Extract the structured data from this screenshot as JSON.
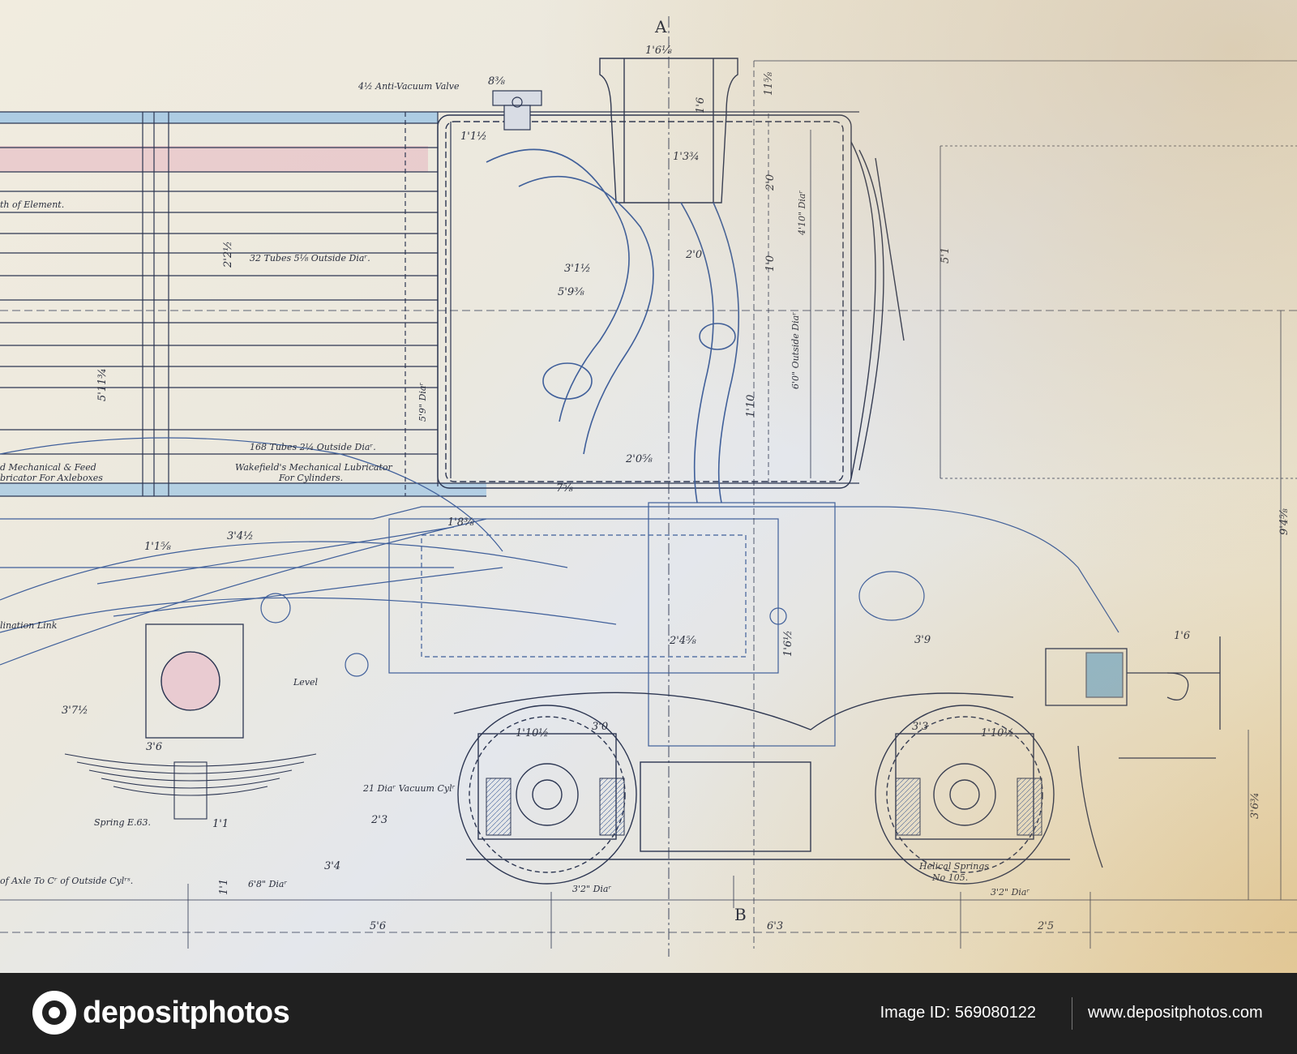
{
  "colors": {
    "ink": "#2c3652",
    "blue_line": "#3f5f9a",
    "tint_blue": "#9cc4e4",
    "tint_pink": "#e6b4c0",
    "footer_bg": "#202020"
  },
  "drawing": {
    "section_a": "A",
    "section_b": "B",
    "notes": {
      "anti_vacuum_valve": "4½ Anti-Vacuum Valve",
      "length_of_element": "th of Element.",
      "tubes_32": "32 Tubes 5⅛ Outside Diaʳ.",
      "tubes_168": "168 Tubes 2¼ Outside Diaʳ.",
      "mech_lubricator_left": "d Mechanical & Feed",
      "lubricator_for_axleboxes": "bricator For Axleboxes",
      "wakefield_lubricator": "Wakefield's Mechanical Lubricator",
      "for_cylinders": "For Cylinders.",
      "inclination_link": "lination Link",
      "level": "Level",
      "spring": "Spring E.63.",
      "vacuum_cyl": "21 Diaʳ Vacuum Cylʳ",
      "helical_springs": "Helical Springs",
      "helical_springs_no": "No 105.",
      "axle_to_cyl": "of Axle To Cʳ of Outside Cylʳˢ.",
      "dia_4_10": "4'10\" Diaʳ",
      "outside_dia_6_0": "6'0\" Outside Diaʳ",
      "dia_5_9": "5'9\" Diaʳ",
      "dia_6_8": "6'8\" Diaʳ",
      "dia_3_2_a": "3'2\" Diaʳ",
      "dia_3_2_b": "3'2\" Diaʳ"
    },
    "dims": {
      "d_1_6_top": "1'6⅛",
      "d_8_3_8": "8⅜",
      "d_11_5_8": "11⅝",
      "d_1_6_vert": "1'6",
      "d_1_3_4": "1'3¾",
      "d_1_1_2": "1'1½",
      "d_2_0_vert": "2'0",
      "d_2_0_horiz": "2'0",
      "d_1_0": "1'0",
      "d_5_1": "5'1",
      "d_2_2": "2'2½",
      "d_3_1_half": "3'1½",
      "d_5_9_3_8": "5'9⅜",
      "d_5_11_3_4": "5'11¾",
      "d_1_10": "1'10",
      "d_2_0_5_8": "2'0⅝",
      "d_7_5_8": "7⅝",
      "d_1_8": "1'8⅜",
      "d_3_4": "3'4½",
      "d_1_1_5": "1'1⅝",
      "d_3_7": "3'7½",
      "d_3_6": "3'6",
      "d_1_1": "1'1",
      "d_2_3": "2'3",
      "d_3_4_b": "3'4",
      "d_1_1_vert": "1'1",
      "d_1_10_wheel": "1'10½",
      "d_3_0": "3'0",
      "d_3_3": "3'3",
      "d_1_10_wheel_b": "1'10½",
      "d_3_9": "3'9",
      "d_1_6_right": "1'6",
      "d_1_6_small": "1'6½",
      "d_2_4": "2'4⅝",
      "d_9_4": "9'4⅝",
      "d_3_6_4": "3'6¾",
      "d_5_6": "5'6",
      "d_6_3": "6'3",
      "d_2_5": "2'5"
    }
  },
  "footer": {
    "logo_text": "depositphotos",
    "image_id": "Image ID: 569080122",
    "site_url": "www.depositphotos.com"
  }
}
